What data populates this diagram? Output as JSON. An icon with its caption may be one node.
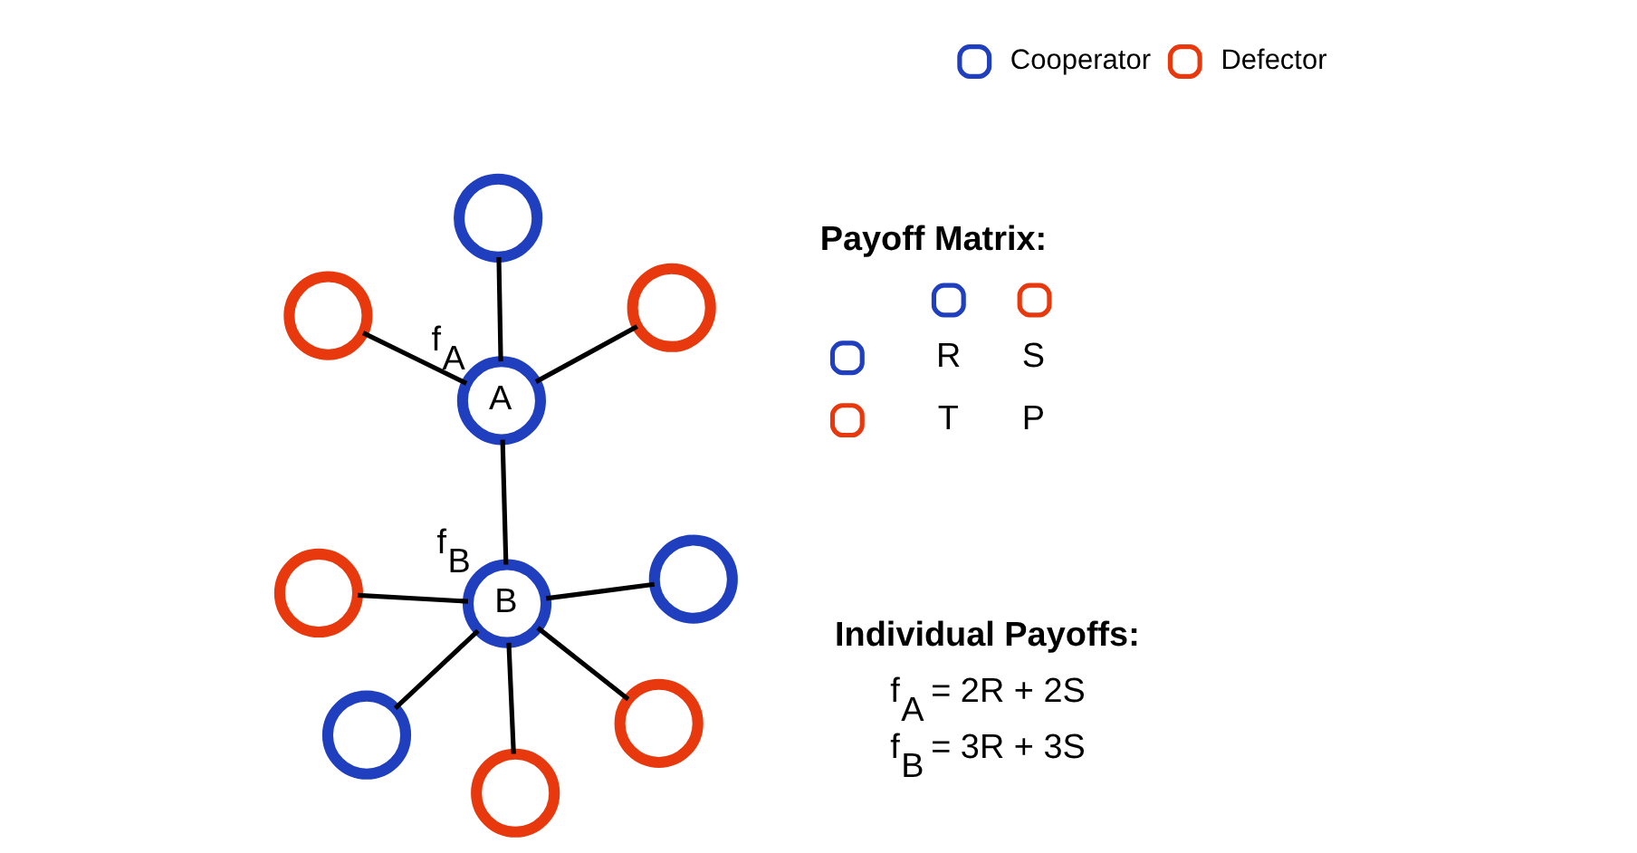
{
  "diagram": {
    "nodes": [
      {
        "text": [],
        "shape": "circle"
      },
      {
        "text": [],
        "shape": "circle"
      },
      {
        "text": [],
        "shape": "circle"
      },
      {
        "text": [],
        "shape": "circle"
      },
      {
        "text": [
          "A"
        ],
        "beside": [
          "f$_{A}$"
        ]
      },
      {
        "text": [
          "B"
        ],
        "beside": [
          "f$_{B}$"
        ]
      },
      {
        "text": [],
        "shape": "circle"
      },
      {
        "text": [],
        "shape": "circle"
      },
      {
        "text": [],
        "shape": "circle"
      },
      {
        "text": [],
        "shape": "circle"
      }
    ],
    "edges": [
      {
        "from": 4,
        "to": 0,
        "arrow": "none"
      },
      {
        "from": 4,
        "to": 3,
        "arrow": "none"
      },
      {
        "from": 4,
        "to": 7,
        "arrow": "none"
      },
      {
        "from": 4,
        "to": 5,
        "arrow": "none"
      },
      {
        "from": 5,
        "to": 1,
        "arrow": "none"
      },
      {
        "from": 5,
        "to": 2,
        "arrow": "none"
      },
      {
        "from": 5,
        "to": 6,
        "arrow": "none"
      },
      {
        "from": 5,
        "to": 8,
        "arrow": "none"
      },
      {
        "from": 5,
        "to": 9,
        "arrow": "none"
      }
    ],
    "labels": [
      "Payoff Matrix:",
      "R",
      "S",
      "T",
      "P",
      "Individual Payoffs:",
      "f$_{A}$ = 2R + 2S",
      "f$_{B}$ = 3R + 3S"
    ],
    "legend": [
      {
        "text": "Cooperator",
        "color": "#1f3fbf"
      },
      {
        "text": "Defector",
        "color": "#e8380d"
      }
    ]
  }
}
